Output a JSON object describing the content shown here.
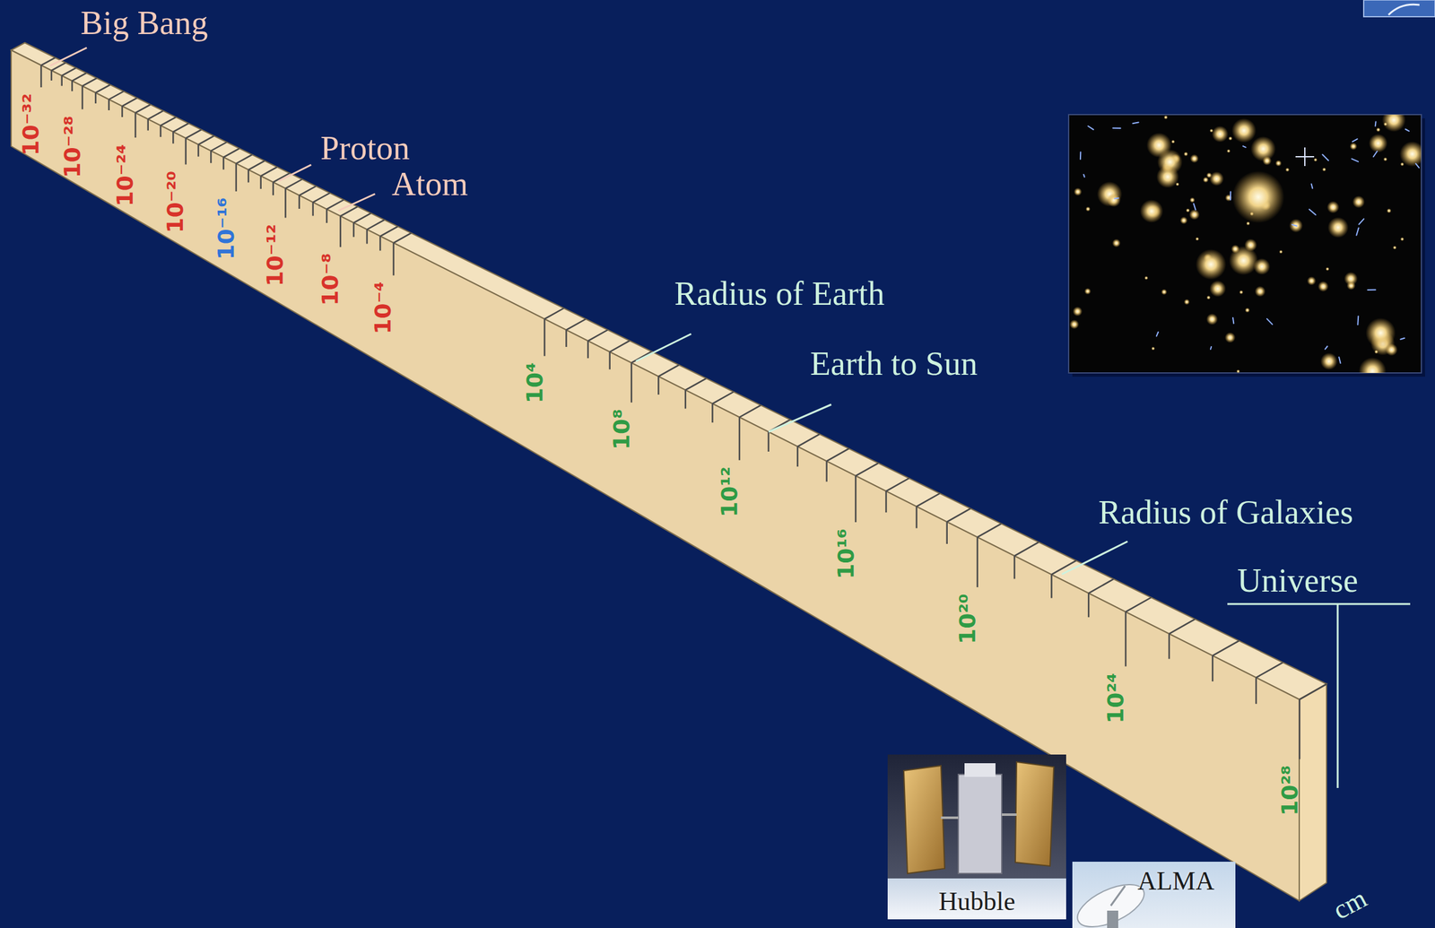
{
  "diagram": {
    "nodes": [
      {
        "text": [
          "Hubble"
        ]
      },
      {
        "text": [
          "ALMA"
        ]
      }
    ],
    "labels": [
      "Big Bang",
      "Proton",
      "Atom",
      "Radius of Earth",
      "Earth to Sun",
      "Radius of Galaxies",
      "Universe",
      "10⁻³²",
      "10⁻²⁸",
      "10⁻²⁴",
      "10⁻²⁰",
      "10⁻¹⁶",
      "10⁻¹²",
      "10⁻⁸",
      "10⁻⁴",
      "10⁴",
      "10⁸",
      "10¹²",
      "10¹⁶",
      "10²⁰",
      "10²⁴",
      "10²⁸",
      "cm"
    ]
  }
}
